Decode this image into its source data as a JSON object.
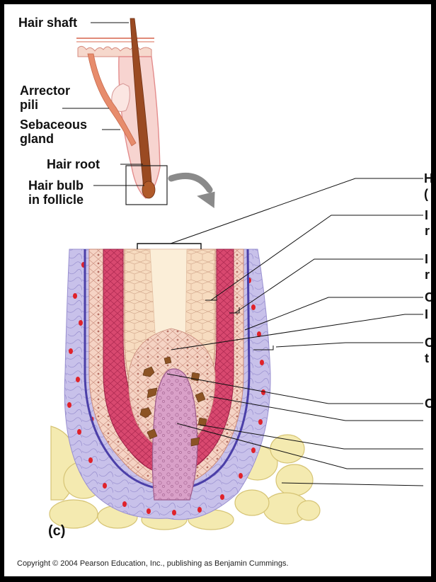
{
  "labels": {
    "hair_shaft": "Hair shaft",
    "arrector_pili": "Arrector\npili",
    "sebaceous_gland": "Sebaceous\ngland",
    "hair_root": "Hair root",
    "hair_bulb": "Hair bulb\nin follicle",
    "panel": "(c)",
    "copyright": "Copyright © 2004 Pearson Education, Inc., publishing as Benjamin Cummings."
  },
  "right_labels_truncated": [
    {
      "line1": "H",
      "line2": "("
    },
    {
      "line1": "I",
      "line2": "r"
    },
    {
      "line1": "I",
      "line2": "r"
    },
    {
      "line1": "C",
      "line2": ""
    },
    {
      "line1": "I",
      "line2": ""
    },
    {
      "line1": "C",
      "line2": "t"
    },
    {
      "line1": "C",
      "line2": ""
    }
  ],
  "colors": {
    "sheath_pink": "#d63a6a",
    "cortex_peach": "#f4c6b4",
    "dermis_lavender": "#b9b2e0",
    "blood_red": "#e0222a",
    "fat_yellow": "#f3e8a8",
    "melanocyte_brown": "#8c5324",
    "basement_blue": "#4b3fa8",
    "arrow_gray": "#8a8a8a"
  }
}
